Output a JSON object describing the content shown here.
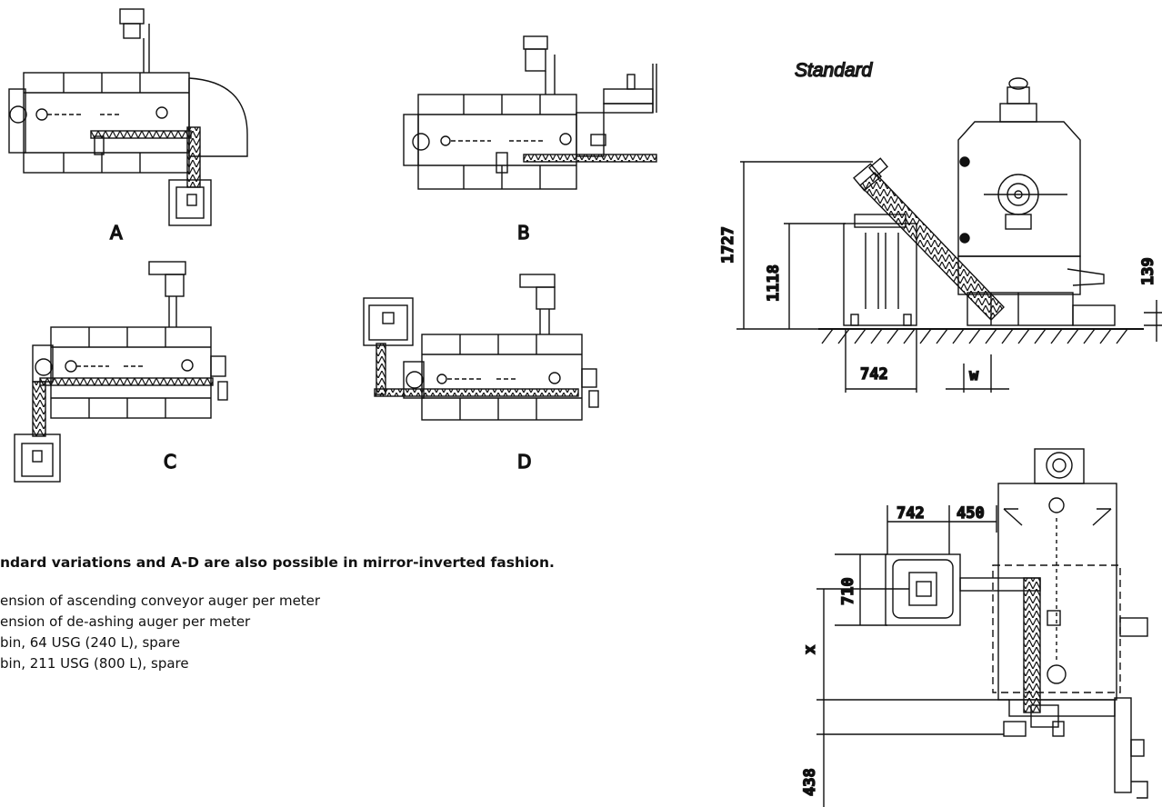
{
  "variants": {
    "A": "A",
    "B": "B",
    "C": "C",
    "D": "D"
  },
  "standard_title": "Standard",
  "dimensions": {
    "side_height_total": "1727",
    "side_height_bin": "1118",
    "side_offset": "139",
    "side_bin_width": "742",
    "side_w": "w",
    "top_bin_width": "742",
    "top_gap": "450",
    "top_bin_depth": "710",
    "top_x": "x",
    "top_bottom": "438"
  },
  "notes": {
    "heading": "ndard variations and A-D are also possible in mirror-inverted fashion.",
    "items": [
      "ension of ascending conveyor auger per meter",
      "ension of de-ashing auger per meter",
      " bin, 64 USG (240 L), spare",
      " bin, 211 USG (800 L), spare"
    ]
  }
}
